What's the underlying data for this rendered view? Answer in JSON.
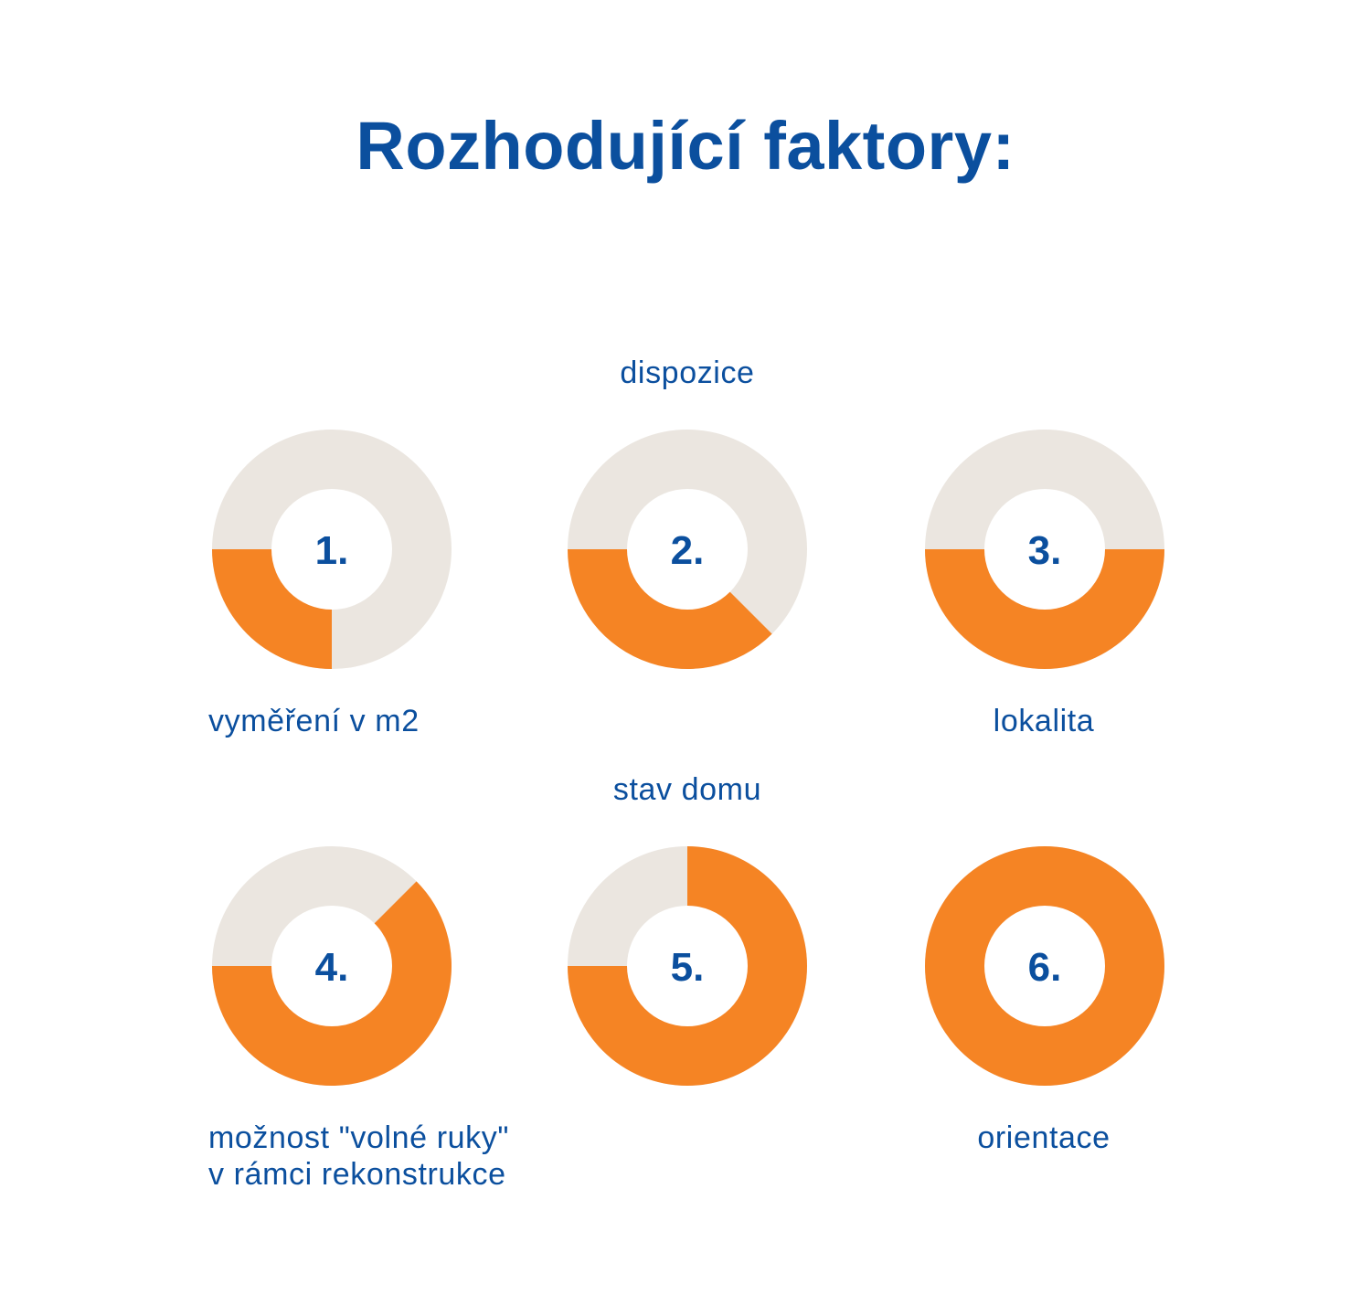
{
  "chart_data": {
    "type": "pie",
    "title": "Rozhodující faktory:",
    "colors": {
      "filled": "#f58424",
      "remaining": "#ebe6e0",
      "text": "#0b4f9e"
    },
    "items": [
      {
        "rank": "1.",
        "label": "vyměření v m2",
        "value": 25
      },
      {
        "rank": "2.",
        "label": "dispozice",
        "value": 37.5
      },
      {
        "rank": "3.",
        "label": "lokalita",
        "value": 50
      },
      {
        "rank": "4.",
        "label": "možnost \"volné ruky\" v rámci rekonstrukce",
        "label_lines": [
          "možnost \"volné ruky\"",
          "v rámci rekonstrukce"
        ],
        "value": 62.5
      },
      {
        "rank": "5.",
        "label": "stav domu",
        "value": 75
      },
      {
        "rank": "6.",
        "label": "orientace",
        "value": 100
      }
    ]
  }
}
